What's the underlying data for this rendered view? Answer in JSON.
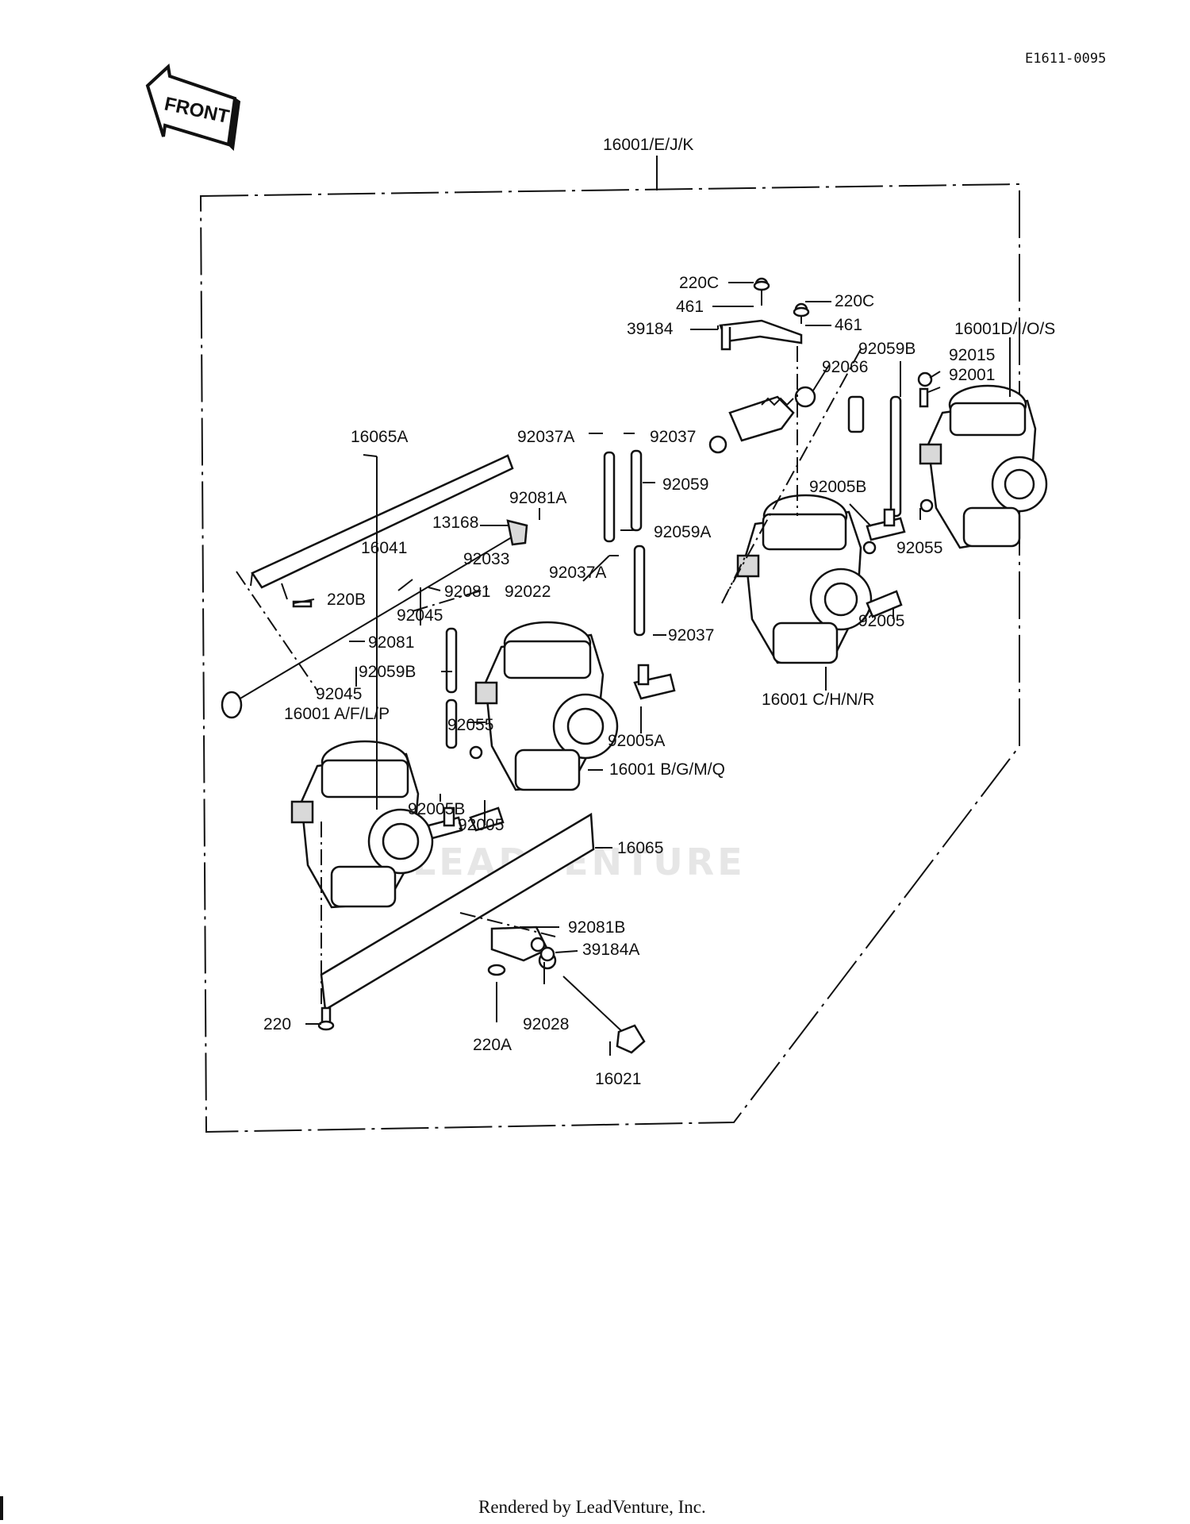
{
  "diagram_code": "E1611-0095",
  "front_label": "FRONT",
  "watermark": "LEADVENTURE",
  "footer": "Rendered by LeadVenture, Inc.",
  "callouts": [
    {
      "id": "c-16001EJK",
      "text": "16001/E/J/K"
    },
    {
      "id": "c-220C-a",
      "text": "220C"
    },
    {
      "id": "c-461-a",
      "text": "461"
    },
    {
      "id": "c-220C-b",
      "text": "220C"
    },
    {
      "id": "c-461-b",
      "text": "461"
    },
    {
      "id": "c-39184",
      "text": "39184"
    },
    {
      "id": "c-16001DIOS",
      "text": "16001D/I/O/S"
    },
    {
      "id": "c-92059B-a",
      "text": "92059B"
    },
    {
      "id": "c-92015",
      "text": "92015"
    },
    {
      "id": "c-92066",
      "text": "92066"
    },
    {
      "id": "c-92001",
      "text": "92001"
    },
    {
      "id": "c-16065A",
      "text": "16065A"
    },
    {
      "id": "c-92037A-a",
      "text": "92037A"
    },
    {
      "id": "c-92037-a",
      "text": "92037"
    },
    {
      "id": "c-92059",
      "text": "92059"
    },
    {
      "id": "c-92081A",
      "text": "92081A"
    },
    {
      "id": "c-13168",
      "text": "13168"
    },
    {
      "id": "c-92005B-a",
      "text": "92005B"
    },
    {
      "id": "c-92059A",
      "text": "92059A"
    },
    {
      "id": "c-92033",
      "text": "92033"
    },
    {
      "id": "c-16041",
      "text": "16041"
    },
    {
      "id": "c-92037A-b",
      "text": "92037A"
    },
    {
      "id": "c-92055-a",
      "text": "92055"
    },
    {
      "id": "c-220B",
      "text": "220B"
    },
    {
      "id": "c-92081-a",
      "text": "92081"
    },
    {
      "id": "c-92022",
      "text": "92022"
    },
    {
      "id": "c-92045-a",
      "text": "92045"
    },
    {
      "id": "c-92005-a",
      "text": "92005"
    },
    {
      "id": "c-92037-b",
      "text": "92037"
    },
    {
      "id": "c-92081-b",
      "text": "92081"
    },
    {
      "id": "c-92059B-b",
      "text": "92059B"
    },
    {
      "id": "c-16001CHNR",
      "text": "16001 C/H/N/R"
    },
    {
      "id": "c-92045-b",
      "text": "92045"
    },
    {
      "id": "c-16001AFLP",
      "text": "16001 A/F/L/P"
    },
    {
      "id": "c-92055-b",
      "text": "92055"
    },
    {
      "id": "c-92005A",
      "text": "92005A"
    },
    {
      "id": "c-16001BGMQ",
      "text": "16001 B/G/M/Q"
    },
    {
      "id": "c-92005B-b",
      "text": "92005B"
    },
    {
      "id": "c-92005-b",
      "text": "92005"
    },
    {
      "id": "c-16065",
      "text": "16065"
    },
    {
      "id": "c-92081B",
      "text": "92081B"
    },
    {
      "id": "c-39184A",
      "text": "39184A"
    },
    {
      "id": "c-220",
      "text": "220"
    },
    {
      "id": "c-92028",
      "text": "92028"
    },
    {
      "id": "c-220A",
      "text": "220A"
    },
    {
      "id": "c-16021",
      "text": "16021"
    }
  ]
}
